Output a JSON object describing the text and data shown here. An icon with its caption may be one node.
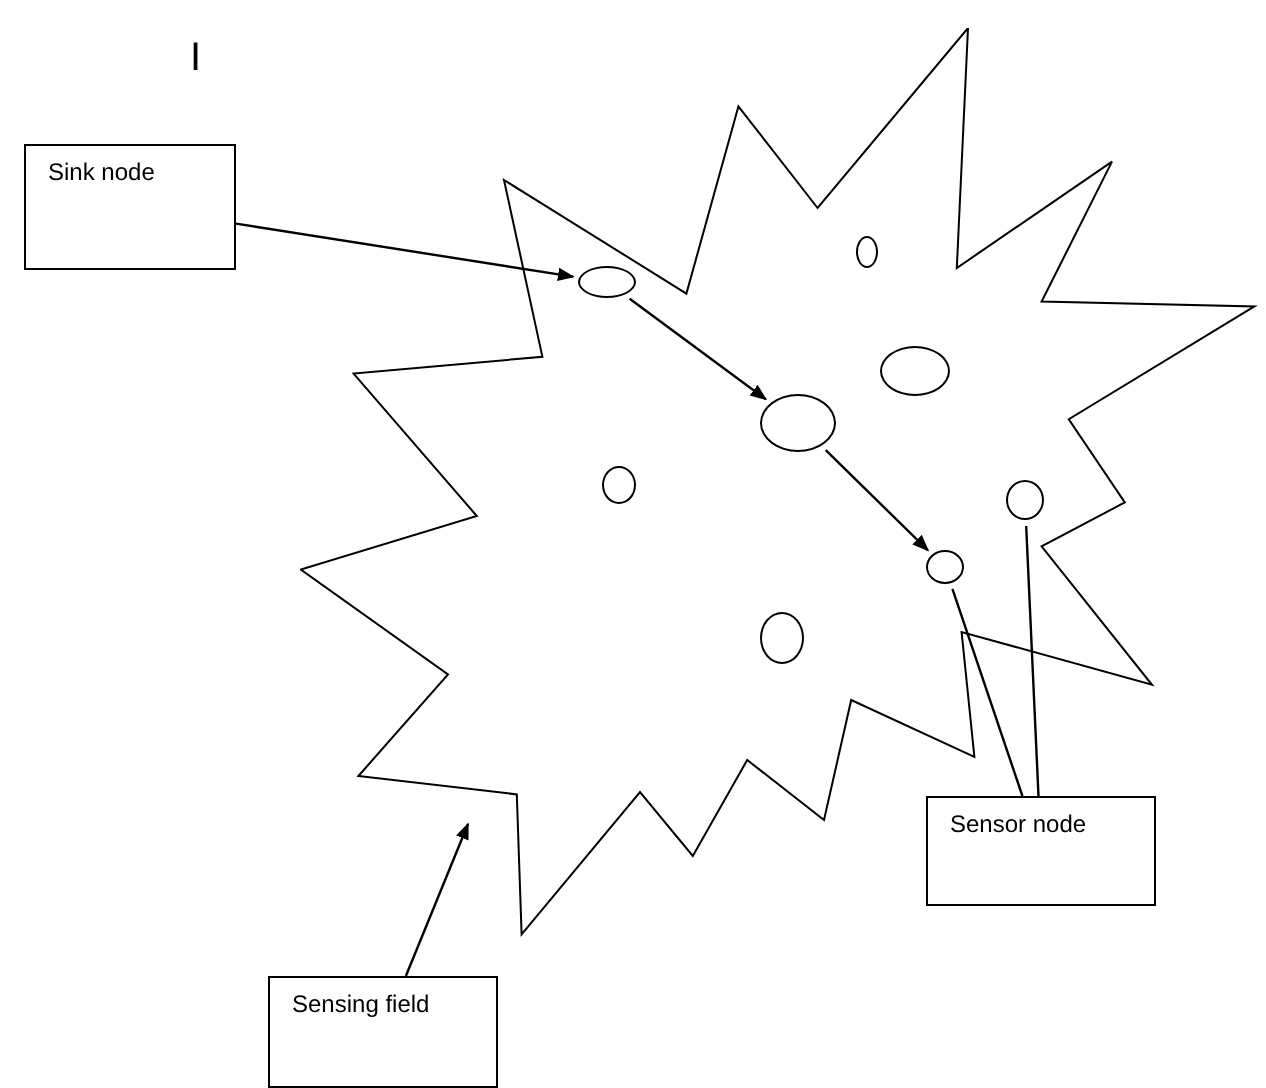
{
  "diagram": {
    "nodes": [
      {
        "text": [
          "Sink node"
        ]
      },
      {
        "text": [],
        "shape": "star"
      },
      {
        "text": [],
        "shape": "circle",
        "in": 1
      },
      {
        "text": [],
        "shape": "circle",
        "in": 1
      },
      {
        "text": [],
        "shape": "circle",
        "in": 1
      },
      {
        "text": [],
        "shape": "circle",
        "in": 1
      },
      {
        "text": [],
        "shape": "circle",
        "in": 1
      },
      {
        "text": [],
        "shape": "circle",
        "in": 1
      },
      {
        "text": [],
        "shape": "circle",
        "in": 1
      },
      {
        "text": [],
        "shape": "circle",
        "in": 1
      },
      {
        "text": [
          "Sensor node"
        ]
      },
      {
        "text": [
          "Sensing field"
        ]
      }
    ],
    "edges": [
      {
        "from": 0,
        "to": 3,
        "arrow": "to"
      },
      {
        "from": 3,
        "to": 5,
        "arrow": "to"
      },
      {
        "from": 5,
        "to": 8,
        "arrow": "to"
      },
      {
        "from": 10,
        "to": 8,
        "arrow": "none"
      },
      {
        "from": 10,
        "to": 7,
        "arrow": "none"
      },
      {
        "from": 11,
        "to": 1,
        "arrow": "to"
      }
    ],
    "labels": [
      "I"
    ]
  }
}
